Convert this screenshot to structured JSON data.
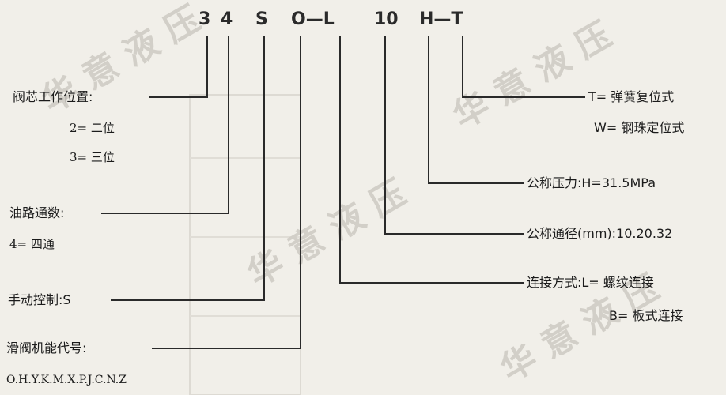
{
  "model_code": {
    "c1": "3",
    "c2": "4",
    "c3": "S",
    "c4": "O—L",
    "c5": "10",
    "c6": "H—T"
  },
  "left_labels": {
    "spool_position": "阀芯工作位置:",
    "two_position": "2= 二位",
    "three_position": "3= 三位",
    "oil_ways": "油路通数:",
    "four_way": "4= 四通",
    "manual_control": "手动控制:S",
    "spool_function": "滑阀机能代号:",
    "function_codes": "O.H.Y.K.M.X.P.J.C.N.Z"
  },
  "right_labels": {
    "t_spring": "T= 弹簧复位式",
    "w_ball": "W= 钢珠定位式",
    "pressure": "公称压力:H=31.5MPa",
    "diameter": "公称通径(mm):10.20.32",
    "connection": "连接方式:L= 螺纹连接",
    "b_plate": "B= 板式连接"
  },
  "watermark": {
    "text": "华 意 液 压"
  },
  "colors": {
    "background": "#f1efe9",
    "line": "#2a2a2a",
    "ghost": "#d2cfc8"
  }
}
